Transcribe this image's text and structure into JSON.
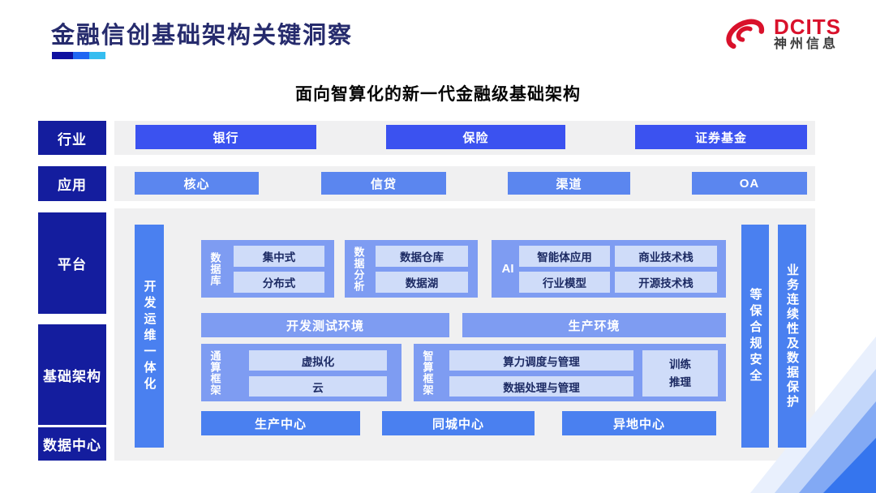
{
  "slide": {
    "title": "金融信创基础架构关键洞察",
    "subtitle": "面向智算化的新一代金融级基础架构"
  },
  "logo": {
    "brand": "DCITS",
    "company": "神州信息",
    "brand_color": "#d9112b"
  },
  "layers": {
    "industry": {
      "label": "行业",
      "items": [
        "银行",
        "保险",
        "证券基金"
      ]
    },
    "application": {
      "label": "应用",
      "items": [
        "核心",
        "信贷",
        "渠道",
        "OA"
      ]
    },
    "platform": {
      "label": "平台"
    },
    "infrastructure": {
      "label": "基础架构"
    },
    "datacenter": {
      "label": "数据中心"
    }
  },
  "pillars": {
    "devops": "开发运维一体化",
    "security": "等保合规安全",
    "continuity": "业务连续性及数据保护"
  },
  "platform_groups": {
    "database": {
      "label": "数据库",
      "items": [
        "集中式",
        "分布式"
      ]
    },
    "analytics": {
      "label": "数据分析",
      "items": [
        "数据仓库",
        "数据湖"
      ]
    },
    "ai": {
      "label": "AI",
      "items": [
        "智能体应用",
        "商业技术栈",
        "行业模型",
        "开源技术栈"
      ]
    }
  },
  "environments": [
    "开发测试环境",
    "生产环境"
  ],
  "frameworks": {
    "general": {
      "label": "通算框架",
      "items": [
        "虚拟化",
        "云"
      ]
    },
    "intelligent": {
      "label": "智算框架",
      "items": [
        "算力调度与管理",
        "数据处理与管理"
      ],
      "side": "训练推理"
    }
  },
  "centers": [
    "生产中心",
    "同城中心",
    "异地中心"
  ],
  "colors": {
    "title_navy": "#262b6d",
    "label_navy": "#141d9e",
    "royal_blue": "#3b52f0",
    "medium_blue": "#4a80f0",
    "light_blue": "#5b86ef",
    "periwinkle": "#7e9cf2",
    "pale_blue": "#cfdcf9",
    "strip_gray": "#f0f0f1",
    "underline": [
      "#0f10a0",
      "#1f66f2",
      "#35bdf0"
    ]
  }
}
